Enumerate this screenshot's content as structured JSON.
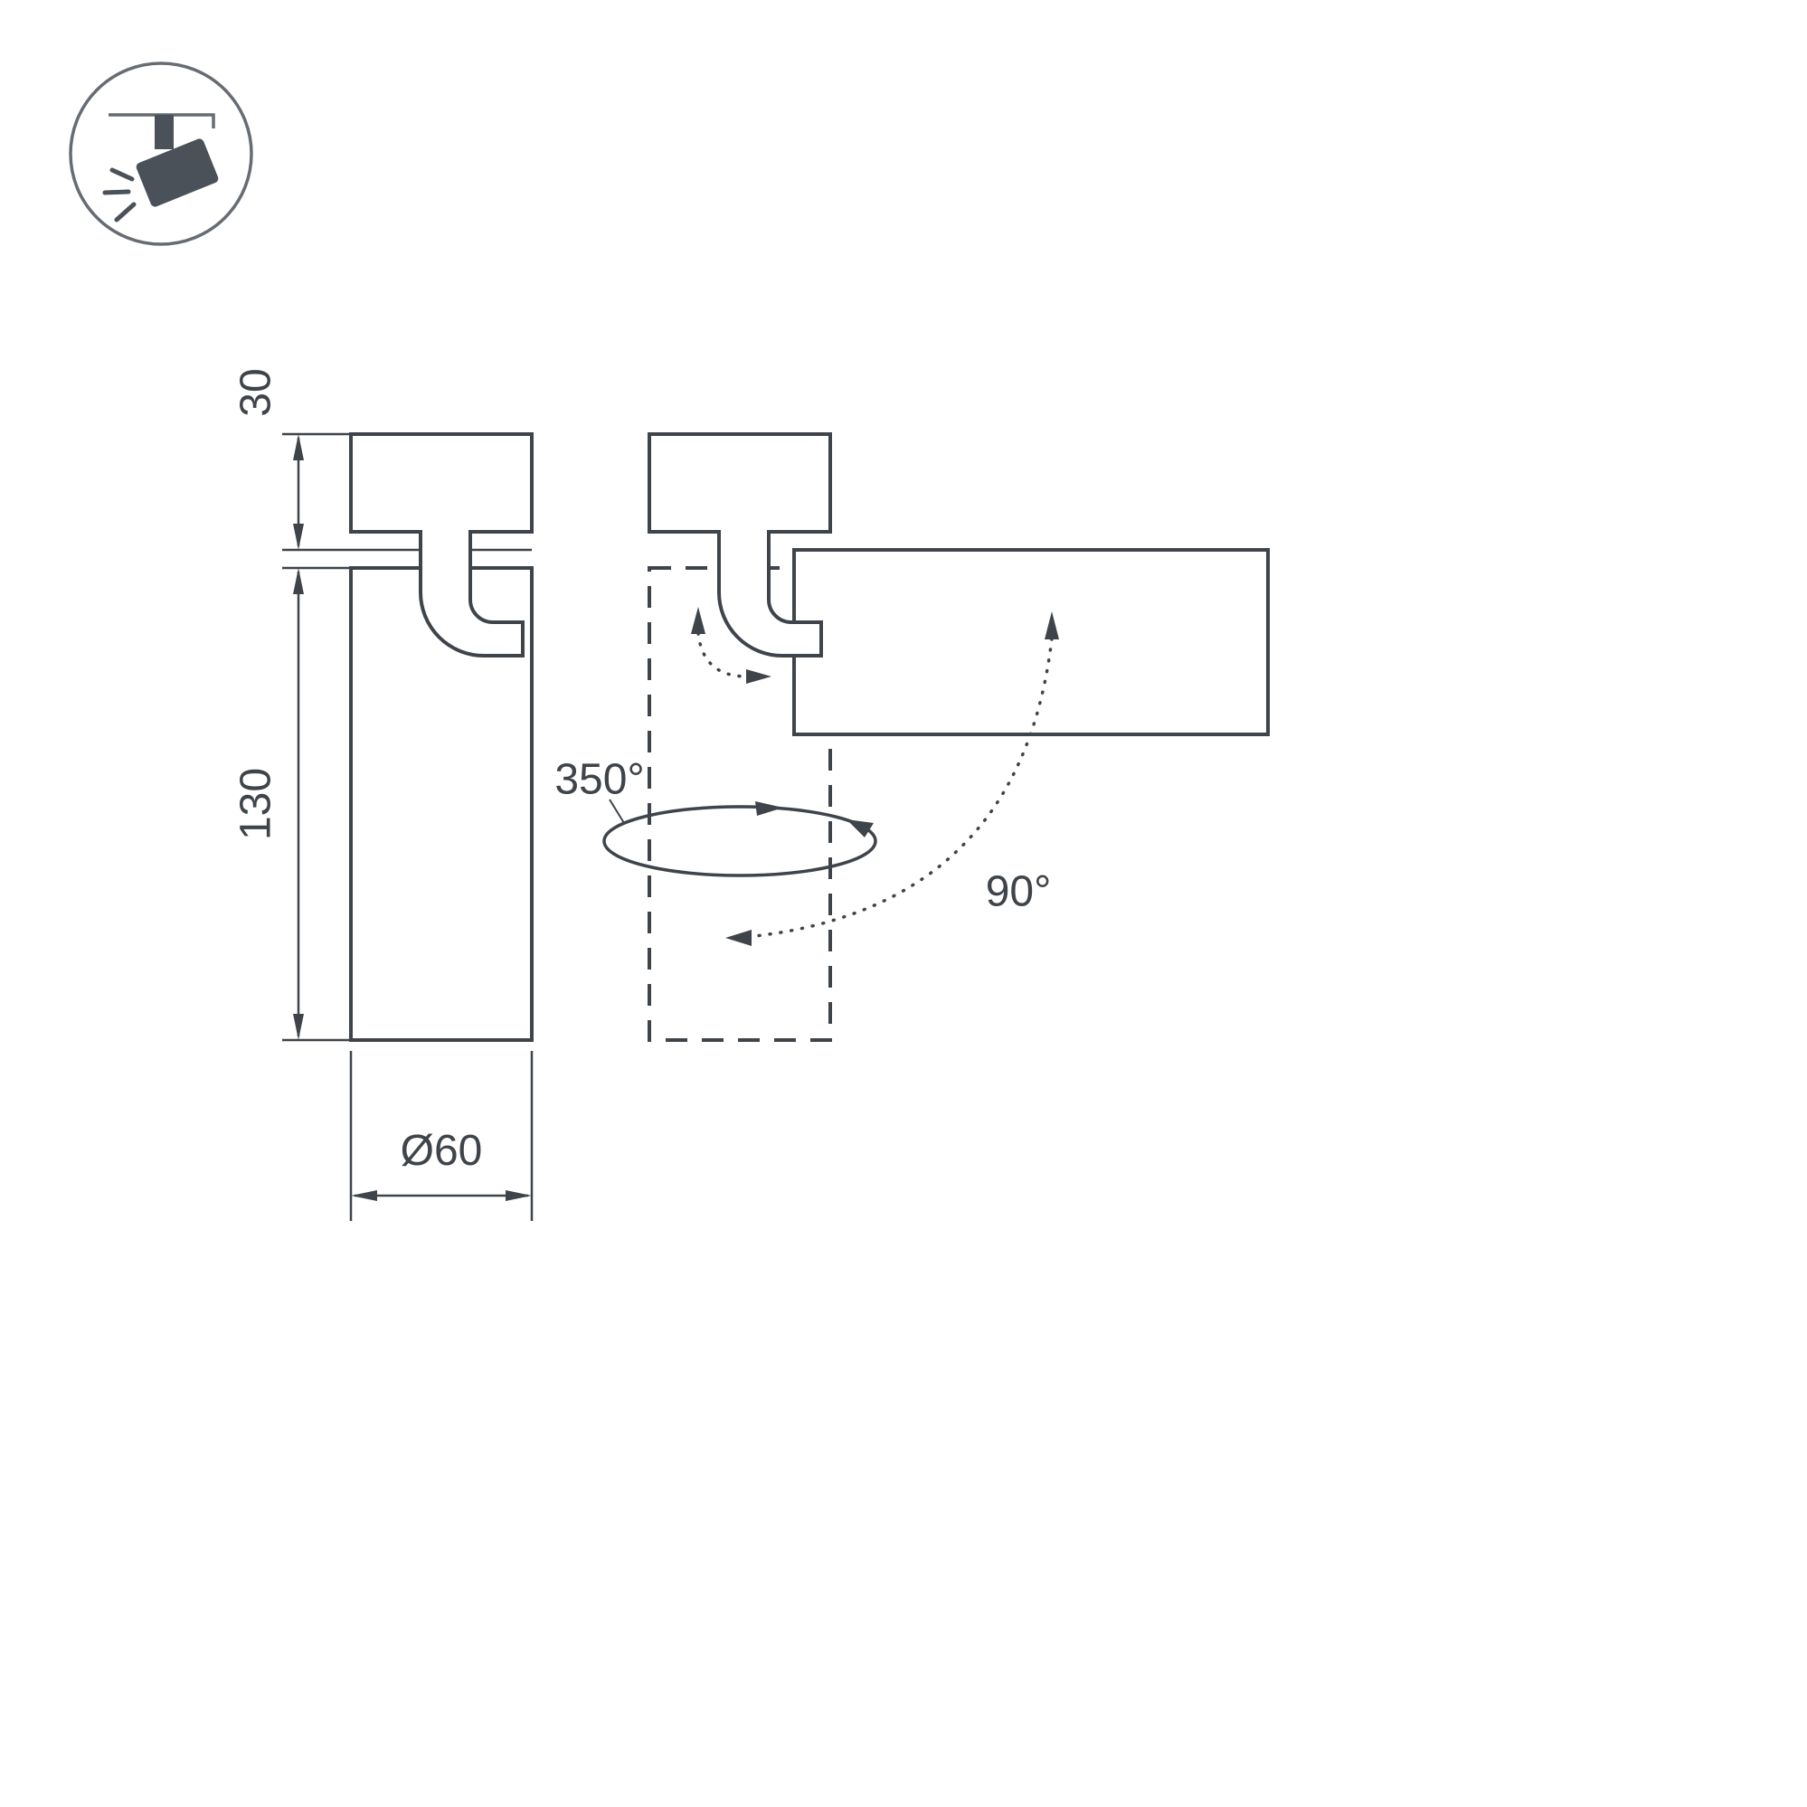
{
  "canvas": {
    "background": "#ffffff",
    "line_color": "#3e444a",
    "icon_stroke_color": "#666c72",
    "icon_fill_color": "#4a5158"
  },
  "legend_icon": {
    "name": "track-spotlight-icon"
  },
  "dimensions": {
    "canopy_height": "30",
    "body_length": "130",
    "diameter": "Ø60"
  },
  "angles": {
    "rotation": "350°",
    "tilt": "90°"
  }
}
